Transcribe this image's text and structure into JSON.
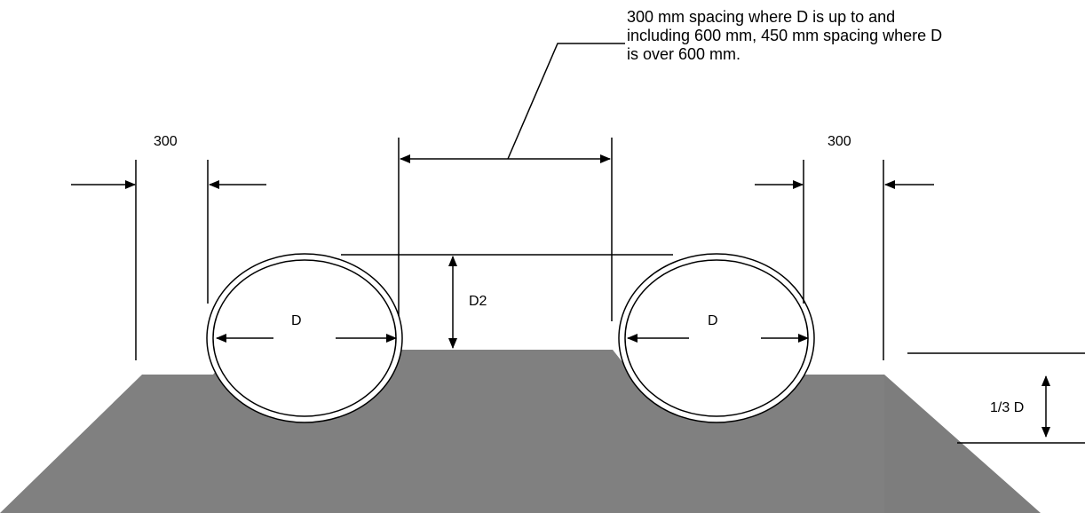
{
  "labels": {
    "clearance_left": "300",
    "clearance_right": "300",
    "diameter_left": "D",
    "diameter_right": "D",
    "bedding_depth": "D2",
    "embedment": "1/3 D"
  },
  "spacing_note": {
    "lines": [
      "300 mm spacing where D is up to and",
      "including 600 mm, 450 mm spacing where D",
      "is over 600 mm."
    ]
  },
  "colors": {
    "ground": "#808080",
    "ink": "#000000",
    "background": "#ffffff"
  }
}
